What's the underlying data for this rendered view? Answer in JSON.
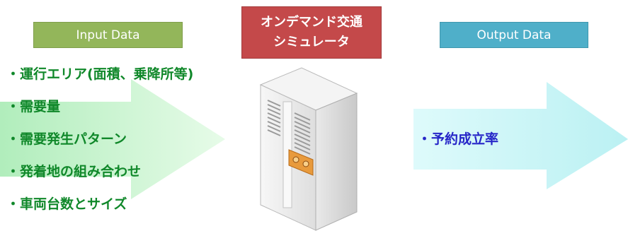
{
  "input_label": "Input Data",
  "output_label": "Output Data",
  "simulator": {
    "line1": "オンデマンド交通",
    "line2": "シミュレータ"
  },
  "inputs": [
    "・運行エリア(面積、乗降所等)",
    "・需要量",
    "・需要発生パターン",
    "・発着地の組み合わせ",
    "・車両台数とサイズ"
  ],
  "outputs": [
    "・予約成立率"
  ],
  "colors": {
    "input_label_bg": "#93b65a",
    "output_label_bg": "#4fafc9",
    "simulator_bg": "#c4494a",
    "input_text": "#10882a",
    "output_text": "#2626c8",
    "input_arrow": "#ccf3d0",
    "output_arrow": "#c9f4f6"
  },
  "icons": {
    "server": "server-tower-icon"
  }
}
